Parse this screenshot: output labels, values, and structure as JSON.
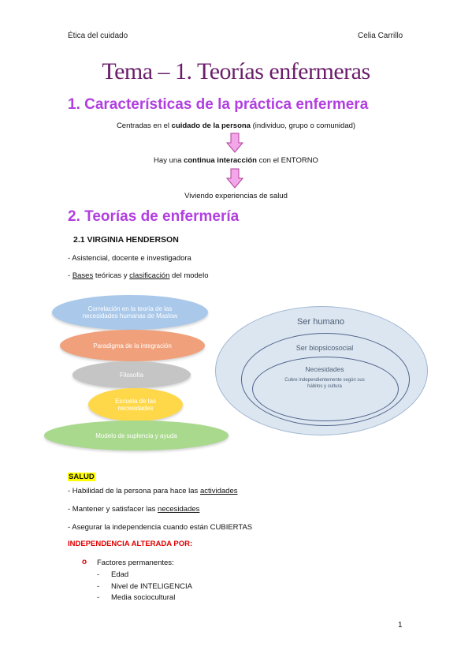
{
  "header": {
    "left": "Ética del cuidado",
    "right": "Celia Carrillo"
  },
  "title": "Tema – 1. Teorías enfermeras",
  "section1": {
    "heading": "1. Características de la práctica enfermera",
    "line1": {
      "pre": "Centradas en el ",
      "bold": "cuidado de la persona",
      "post": " (individuo, grupo o comunidad)"
    },
    "line2": {
      "pre": "Hay una ",
      "bold": "continua interacción",
      "post": " con el ENTORNO"
    },
    "line3": "Viviendo experiencias de salud"
  },
  "section2": {
    "heading": "2. Teorías de enfermería",
    "subheading": "2.1 VIRGINIA HENDERSON",
    "item1": "- Asistencial, docente e investigadora",
    "item2": {
      "pre": "- ",
      "u1": "Bases",
      "mid": " teóricas y ",
      "u2": "clasificación",
      "post": " del modelo"
    }
  },
  "diagram": {
    "pills": [
      {
        "label": "Correlación en la teoría de las necesidades humanas de Maslow",
        "color": "#a9c8ea"
      },
      {
        "label": "Paradigma de la integración",
        "color": "#f0a07a"
      },
      {
        "label": "Filosofía",
        "color": "#c5c5c5"
      },
      {
        "label": "Escuela de las necesidades",
        "color": "#ffd84a"
      },
      {
        "label": "Modelo de suplencia y ayuda",
        "color": "#a8d98c"
      }
    ],
    "ellipses": {
      "outer": "Ser humano",
      "middle": "Ser biopsicosocial",
      "inner_title": "Necesidades",
      "inner_text": "Cubre independientemente según sus hábitos y cultura"
    }
  },
  "salud": {
    "label": "SALUD",
    "item1": {
      "pre": "- Habilidad de la persona para hace las ",
      "u": "actividades"
    },
    "item2": {
      "pre": "- Mantener y satisfacer las ",
      "u": "necesidades"
    },
    "item3": "- Asegurar la independencia cuando están CUBIERTAS"
  },
  "independencia": {
    "heading": "INDEPENDENCIA ALTERADA POR:",
    "bullet": "o",
    "factor": "Factores permanentes:",
    "subitems": [
      "Edad",
      "Nivel de INTELIGENCIA",
      "Media sociocultural"
    ]
  },
  "page_number": "1"
}
